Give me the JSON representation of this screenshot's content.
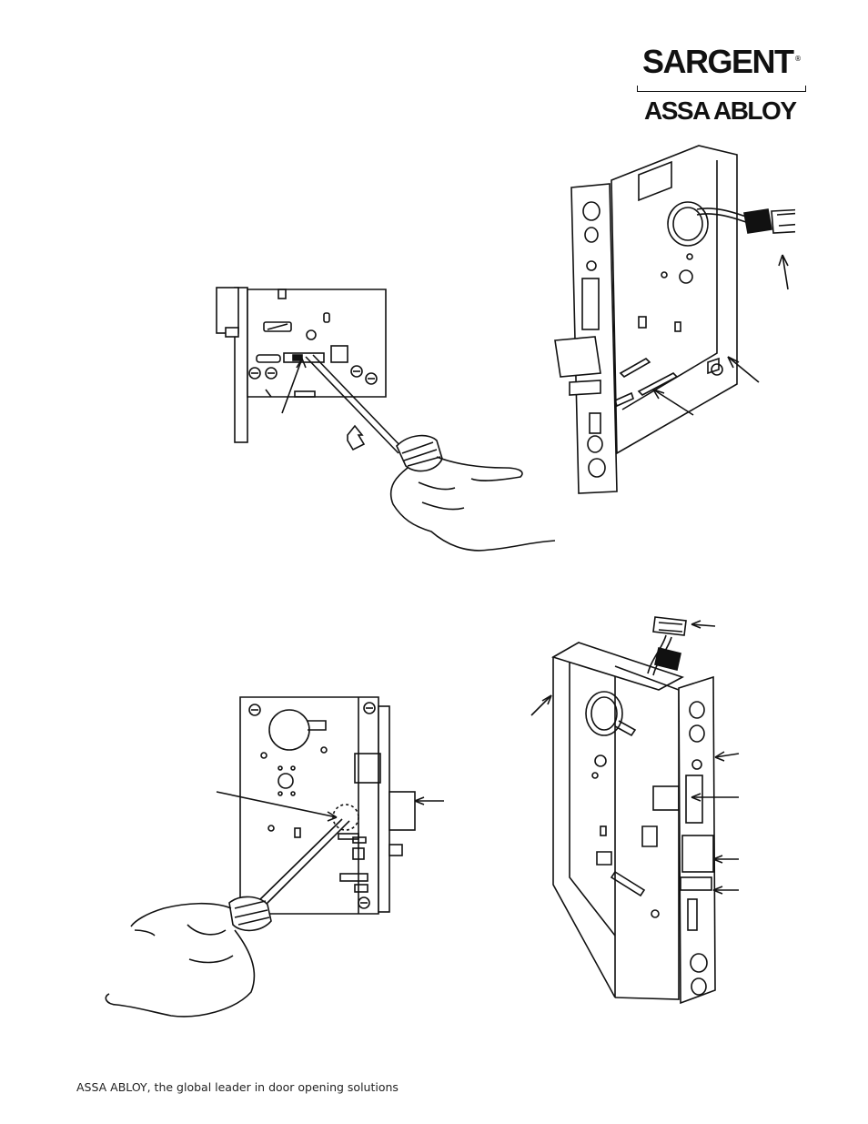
{
  "brand": {
    "primary": "SARGENT",
    "registered": "®",
    "parent": "ASSA ABLOY"
  },
  "footer": {
    "tagline": "ASSA ABLOY, the global leader in door opening solutions"
  },
  "colors": {
    "ink": "#111111",
    "paper": "#ffffff"
  },
  "figures": [
    {
      "id": "figure-1",
      "depicts": "screwdriver-adjusting-lock-body"
    },
    {
      "id": "figure-2",
      "depicts": "mortise-lock-body-with-connector-cable"
    },
    {
      "id": "figure-3",
      "depicts": "screwdriver-adjusting-latch-screw"
    },
    {
      "id": "figure-4",
      "depicts": "mortise-lock-body-reverse-with-connector"
    }
  ]
}
